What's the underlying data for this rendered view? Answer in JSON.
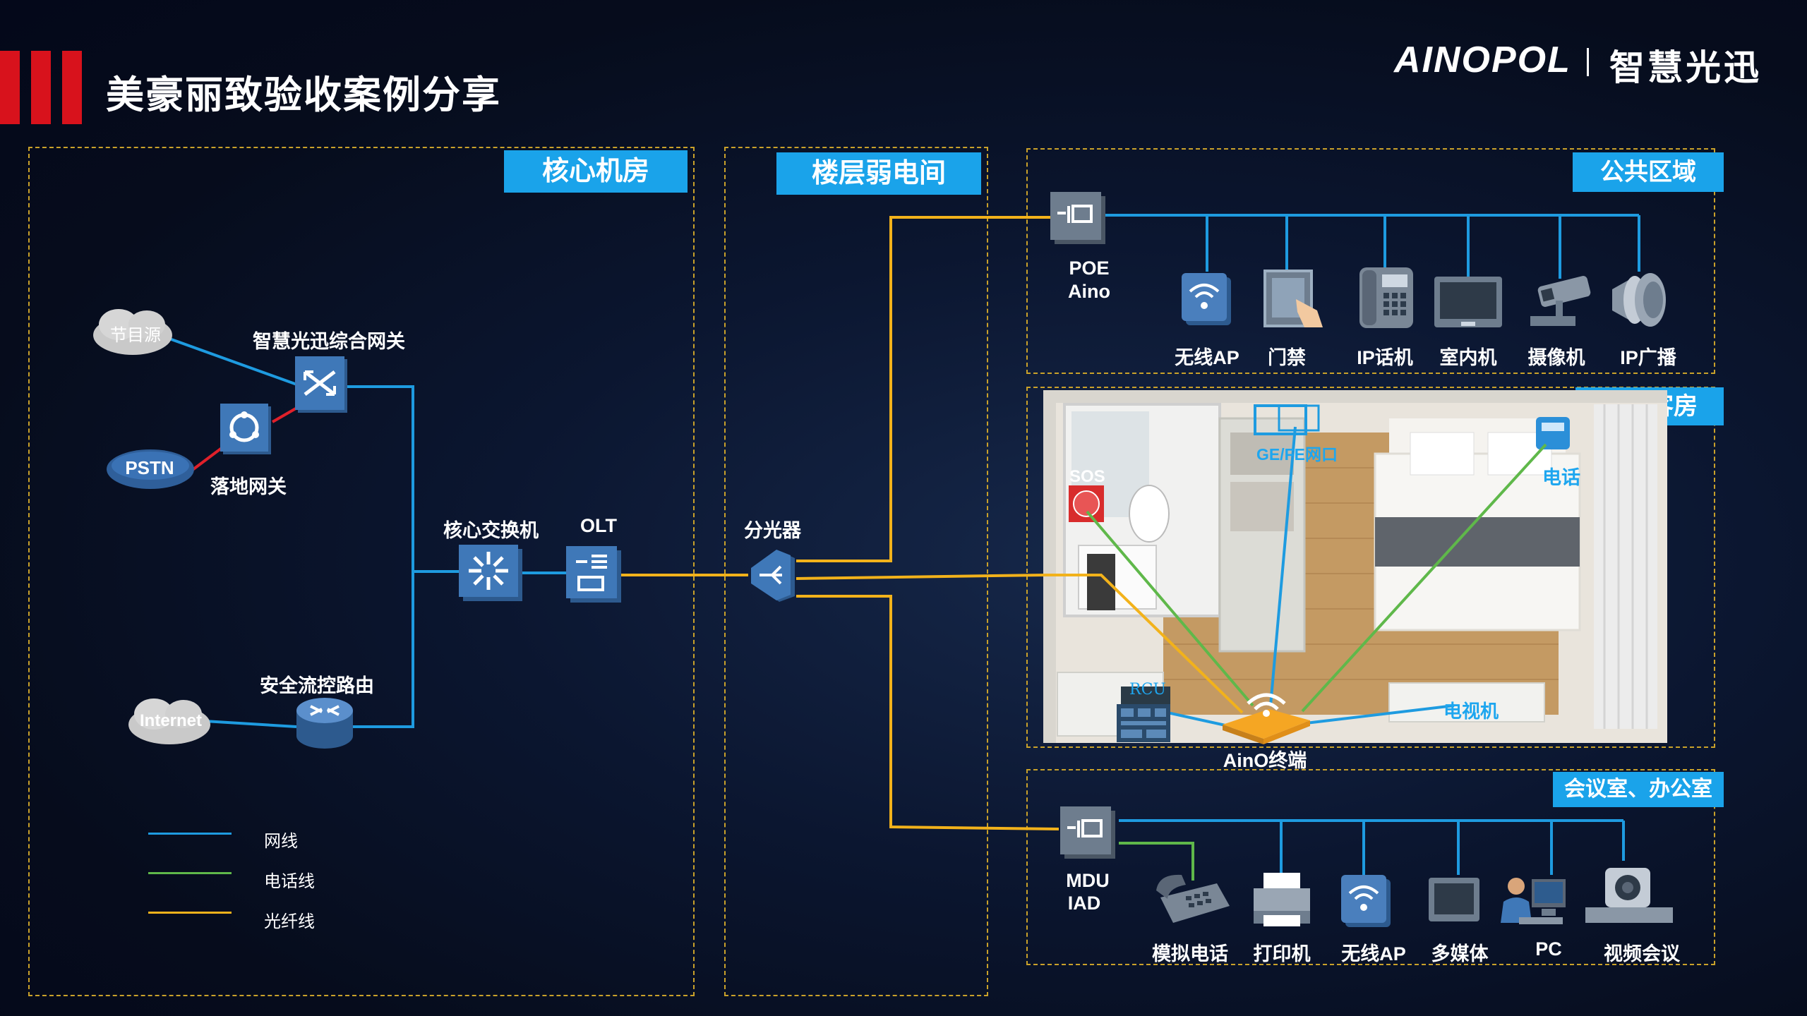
{
  "page": {
    "title": "美豪丽致验收案例分享",
    "logo_en": "AINOPOL",
    "logo_cn": "智慧光迅"
  },
  "zones": {
    "core": "核心机房",
    "floor": "楼层弱电间",
    "public": "公共区域",
    "hotel": "酒店客房",
    "meeting": "会议室、办公室"
  },
  "core_room": {
    "program_source": "节目源",
    "pstn": "PSTN",
    "internet": "Internet",
    "gateway": "智慧光迅综合网关",
    "landing_gateway": "落地网关",
    "core_switch": "核心交换机",
    "olt": "OLT",
    "router": "安全流控路由"
  },
  "floor_room": {
    "splitter": "分光器"
  },
  "public_area": {
    "poe_line1": "POE",
    "poe_line2": "Aino",
    "devices": [
      "无线AP",
      "门禁",
      "IP话机",
      "室内机",
      "摄像机",
      "IP广播"
    ]
  },
  "hotel_room": {
    "sos": "SOS",
    "ge_fe": "GE/FE网口",
    "phone": "电话",
    "rcu": "RCU",
    "tv": "电视机",
    "terminal": "AinO终端"
  },
  "meeting_area": {
    "mdu_line1": "MDU",
    "mdu_line2": "IAD",
    "devices": [
      "模拟电话",
      "打印机",
      "无线AP",
      "多媒体",
      "PC",
      "视频会议"
    ]
  },
  "legend": [
    {
      "label": "网线",
      "color": "#1e9be0"
    },
    {
      "label": "电话线",
      "color": "#5fb84a"
    },
    {
      "label": "光纤线",
      "color": "#f2b21b"
    }
  ],
  "colors": {
    "network": "#1e9be0",
    "phone": "#5fb84a",
    "fiber": "#f2b21b",
    "tag": "#1aa3ea",
    "accent_red": "#d8121c"
  }
}
